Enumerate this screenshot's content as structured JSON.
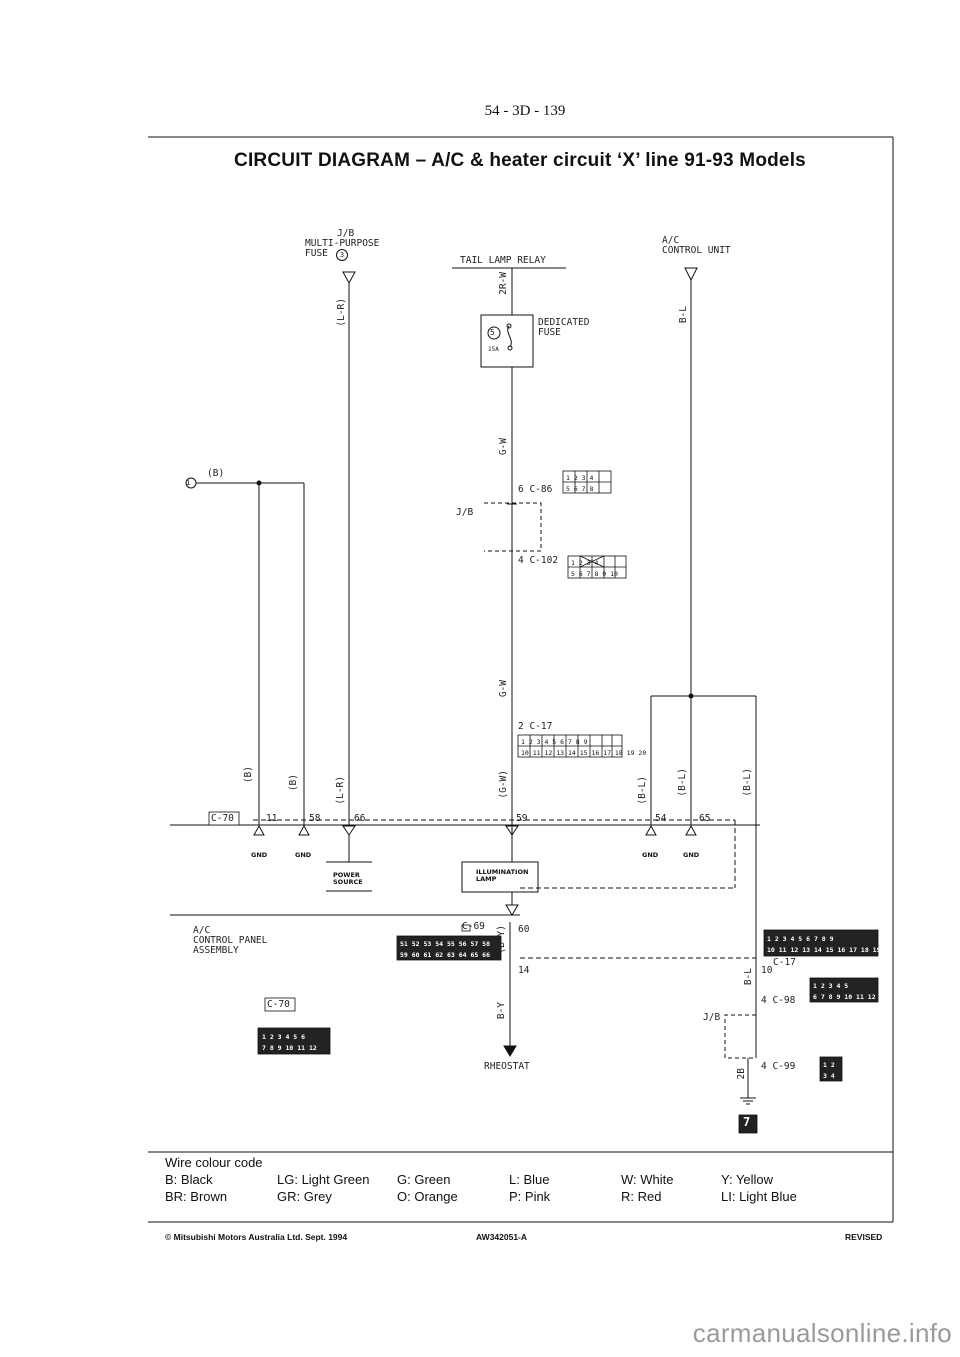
{
  "header": {
    "page_number": "54 - 3D - 139",
    "title": "CIRCUIT DIAGRAM – A/C & heater circuit ‘X’ line 91-93 Models"
  },
  "diagram": {
    "jb_fuse_label": [
      "J/B",
      "MULTI-PURPOSE",
      "FUSE"
    ],
    "jb_fuse_number": "3",
    "tail_lamp_relay": "TAIL LAMP RELAY",
    "ac_control_unit": [
      "A/C",
      "CONTROL UNIT"
    ],
    "dedicated_fuse": [
      "DEDICATED",
      "FUSE"
    ],
    "fuse_number": "5",
    "fuse_amp": "15A",
    "wire_2r_w": "2R-W",
    "wire_l_r_top": "(L-R)",
    "wire_b_l_top": "B-L",
    "wire_g_w_1": "G-W",
    "wire_g_w_2": "G-W",
    "ground_1_label": "1",
    "wire_b_left": "(B)",
    "c86": "6 C-86",
    "jb_mid": "J/B",
    "c102": "4 C-102",
    "c17_top": "2 C-17",
    "wire_b_1": "(B)",
    "wire_b_2": "(B)",
    "wire_l_r_low": "(L-R)",
    "wire_g_w_low": "(G-W)",
    "wire_b_l_1": "(B-L)",
    "wire_b_l_2": "(B-L)",
    "wire_b_l_3": "(B-L)",
    "c70": "C-70",
    "pin_11": "11",
    "pin_58": "58",
    "pin_66": "66",
    "pin_59": "59",
    "pin_54": "54",
    "pin_65": "65",
    "gnd_1": "GND",
    "gnd_2": "GND",
    "gnd_3": "GND",
    "gnd_4": "GND",
    "power_source": [
      "POWER",
      "SOURCE"
    ],
    "illumination_lamp": [
      "ILLUMINATION",
      "LAMP"
    ],
    "ac_control_panel": [
      "A/C",
      "CONTROL PANEL",
      "ASSEMBLY"
    ],
    "c69": "C-69",
    "pin_60": "60",
    "pin_14": "14",
    "wire_b_y_1": "(B-Y)",
    "wire_b_y_2": "B-Y",
    "rheostat": "RHEOSTAT",
    "c70_b": "C-70",
    "c17_right": "C-17",
    "pin_10": "10",
    "wire_b_l_right": "B-L",
    "c98": "4 C-98",
    "jb_right": "J/B",
    "c99": "4 C-99",
    "wire_2b": "2B",
    "page_badge": "7"
  },
  "legend": {
    "title": "Wire colour code",
    "rows": [
      [
        "B: Black",
        "LG: Light Green",
        "G: Green",
        "L: Blue",
        "W: White",
        "Y: Yellow"
      ],
      [
        "BR: Brown",
        "GR: Grey",
        "O: Orange",
        "P: Pink",
        "R: Red",
        "LI: Light Blue"
      ]
    ]
  },
  "footer": {
    "copyright": "© Mitsubishi Motors Australia Ltd. Sept. 1994",
    "doc_id": "AW342051-A",
    "status": "REVISED"
  },
  "watermark": "carmanualsonline.info"
}
